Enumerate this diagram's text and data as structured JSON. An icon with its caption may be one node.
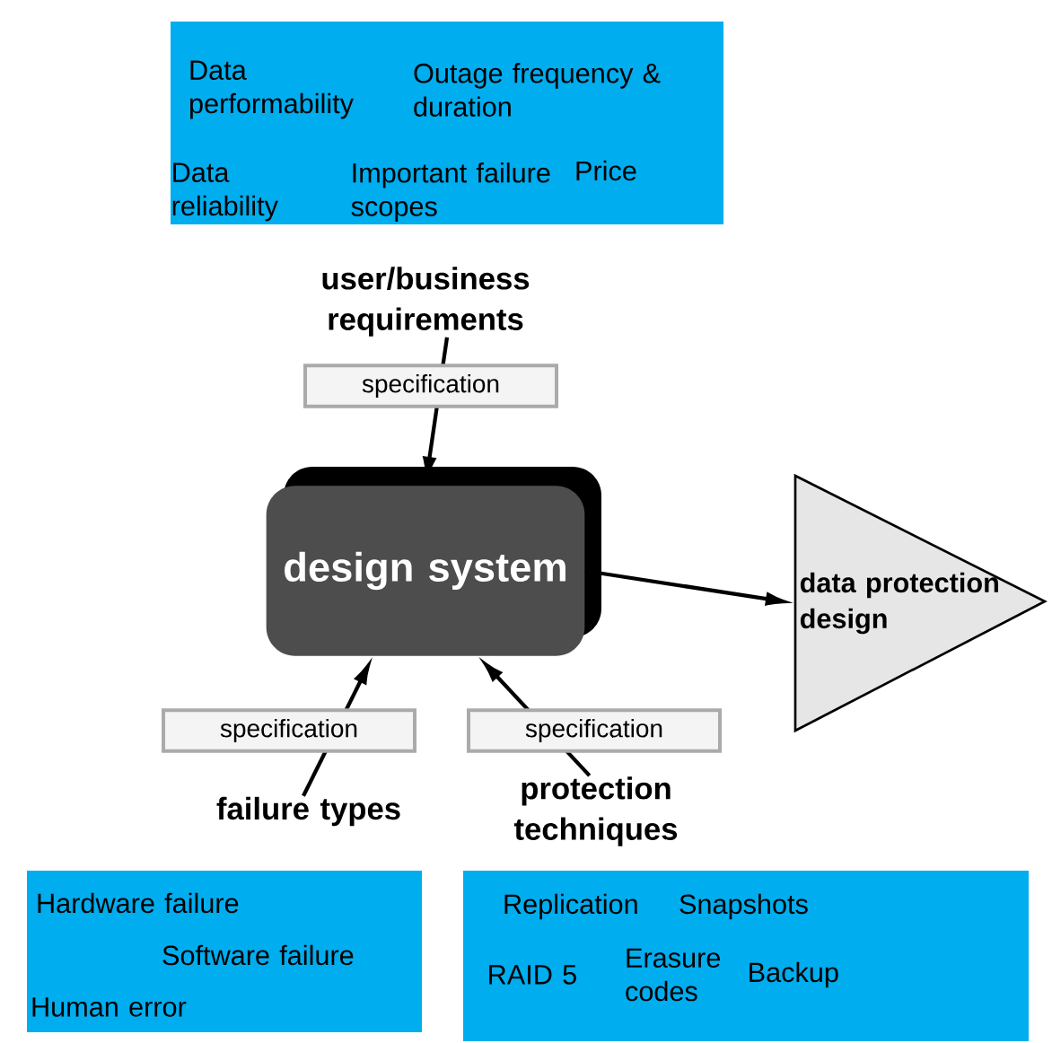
{
  "diagram": {
    "nodes": [
      {
        "text": [
          "Data performability",
          "Outage frequency & duration",
          "Data reliability",
          "Important failure scopes",
          "Price",
          "user/business requirements"
        ]
      },
      {
        "text": [
          "design system"
        ]
      },
      {
        "text": [
          "data protection design"
        ]
      },
      {
        "text": [
          "failure types",
          "Hardware failure",
          "Software failure",
          "Human error"
        ]
      },
      {
        "text": [
          "protection techniques",
          "Replication",
          "Snapshots",
          "RAID 5",
          "Erasure codes",
          "Backup"
        ]
      }
    ],
    "edges": [
      {
        "from": 0,
        "to": 1,
        "arrow": "to",
        "label": "specification"
      },
      {
        "from": 1,
        "to": 2,
        "arrow": "to"
      },
      {
        "from": 3,
        "to": 1,
        "arrow": "to",
        "label": "specification"
      },
      {
        "from": 4,
        "to": 1,
        "arrow": "to",
        "label": "specification"
      }
    ]
  }
}
